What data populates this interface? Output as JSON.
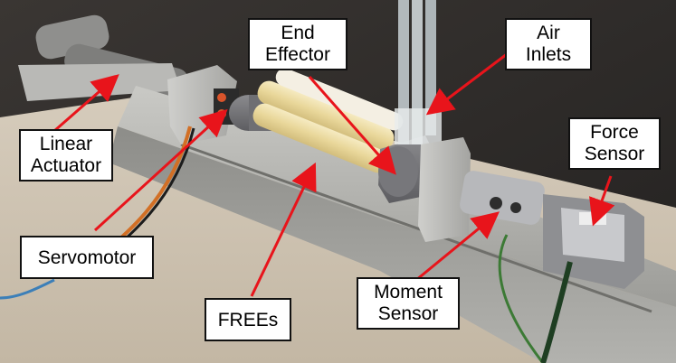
{
  "labels": {
    "end_effector": [
      "End",
      "Effector"
    ],
    "air_inlets": [
      "Air",
      "Inlets"
    ],
    "linear_actuator": [
      "Linear",
      "Actuator"
    ],
    "force_sensor": [
      "Force",
      "Sensor"
    ],
    "servomotor": "Servomotor",
    "frees": "FREEs",
    "moment_sensor": [
      "Moment",
      "Sensor"
    ]
  },
  "colors": {
    "arrow": "#e8141b",
    "label_bg": "#ffffff",
    "curtain": "#2f2c2a",
    "table": "#cfc4b3",
    "rail": "#a9a9a6",
    "frees": "#efe2b0"
  }
}
